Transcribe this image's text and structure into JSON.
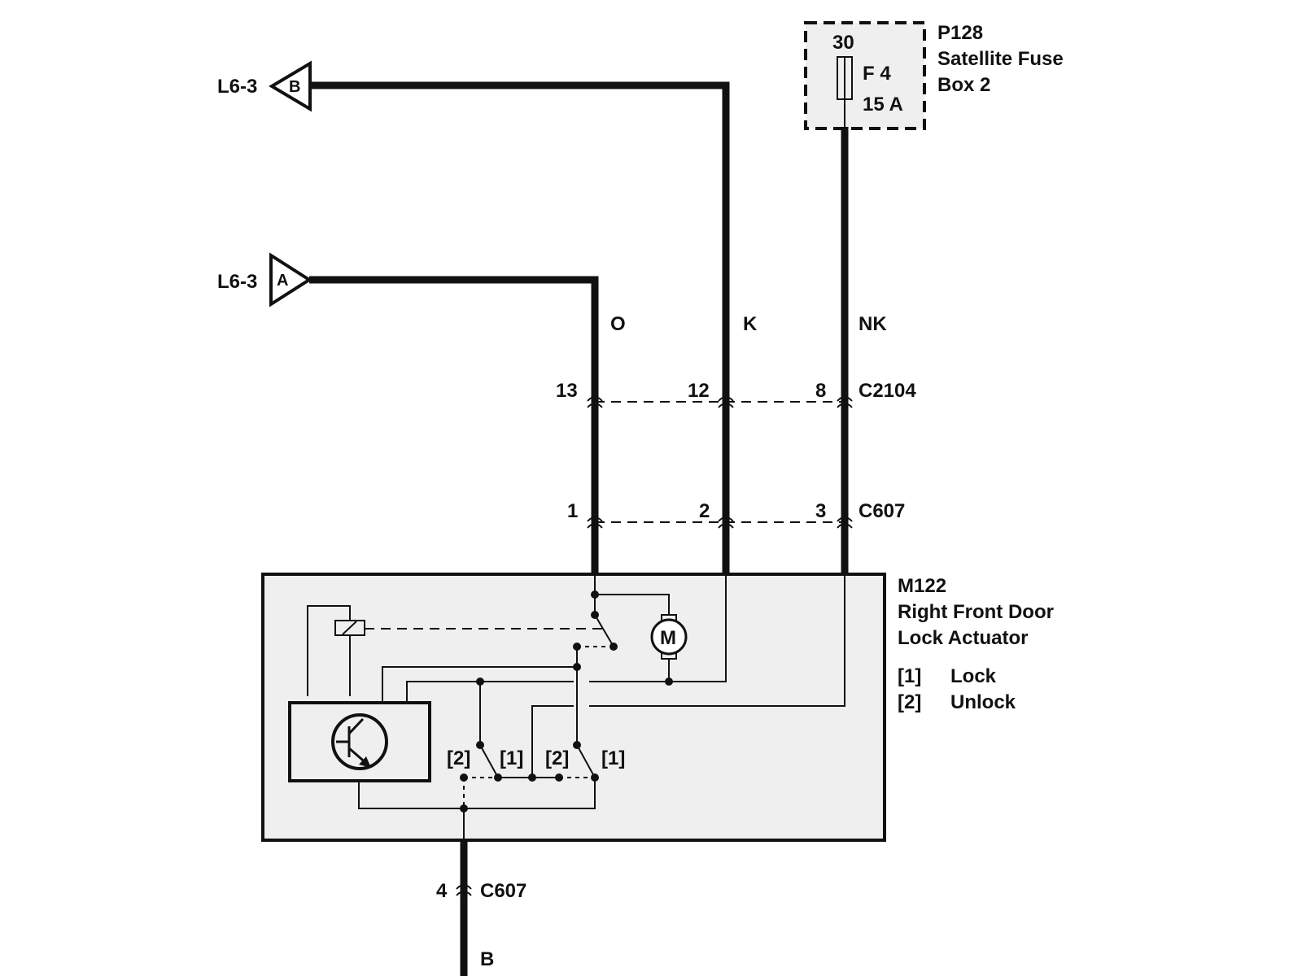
{
  "colors": {
    "line": "#111111",
    "module_fill": "#efefef",
    "fuse_fill": "#efefef",
    "background": "#ffffff"
  },
  "fuse_box": {
    "id": "P128",
    "name_line1": "Satellite Fuse",
    "name_line2": "Box 2",
    "pin": "30",
    "fuse_id": "F 4",
    "rating": "15 A"
  },
  "connectors": {
    "left_b": {
      "ref": "L6-3",
      "letter": "B"
    },
    "left_a": {
      "ref": "L6-3",
      "letter": "A"
    }
  },
  "wires": {
    "o": "O",
    "k": "K",
    "nk": "NK",
    "b": "B"
  },
  "c2104": {
    "name": "C2104",
    "pins": [
      "13",
      "12",
      "8"
    ]
  },
  "c607_top": {
    "name": "C607",
    "pins": [
      "1",
      "2",
      "3"
    ]
  },
  "c607_bottom": {
    "name": "C607",
    "pin": "4"
  },
  "module": {
    "id": "M122",
    "name_line1": "Right Front Door",
    "name_line2": "Lock Actuator",
    "motor": "M"
  },
  "legend": [
    {
      "key": "[1]",
      "value": "Lock"
    },
    {
      "key": "[2]",
      "value": "Unlock"
    }
  ],
  "switch_labels": [
    "[2]",
    "[1]",
    "[2]",
    "[1]"
  ]
}
